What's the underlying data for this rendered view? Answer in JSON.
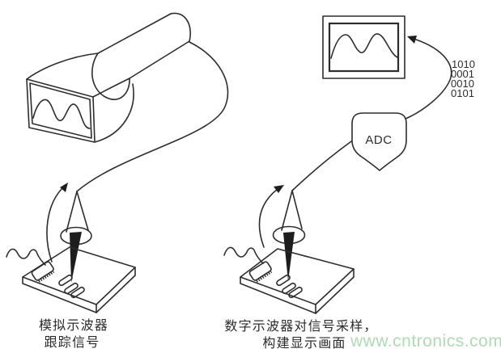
{
  "diagram": {
    "title_implicit": "analog vs digital oscilloscope signal acquisition",
    "colors": {
      "line": "#2d2d2d",
      "watermark": "#aedbb1",
      "ink": "#1d1d1d"
    },
    "left": {
      "caption_line1": "模拟示波器",
      "caption_line2": "跟踪信号"
    },
    "right": {
      "adc_label": "ADC",
      "binary_lines": [
        "1010",
        "0001",
        "0010",
        "0101"
      ],
      "caption_line1": "数字示波器对信号采样，",
      "caption_line2": "构建显示画面"
    },
    "watermark": "www.cntronics.com"
  }
}
